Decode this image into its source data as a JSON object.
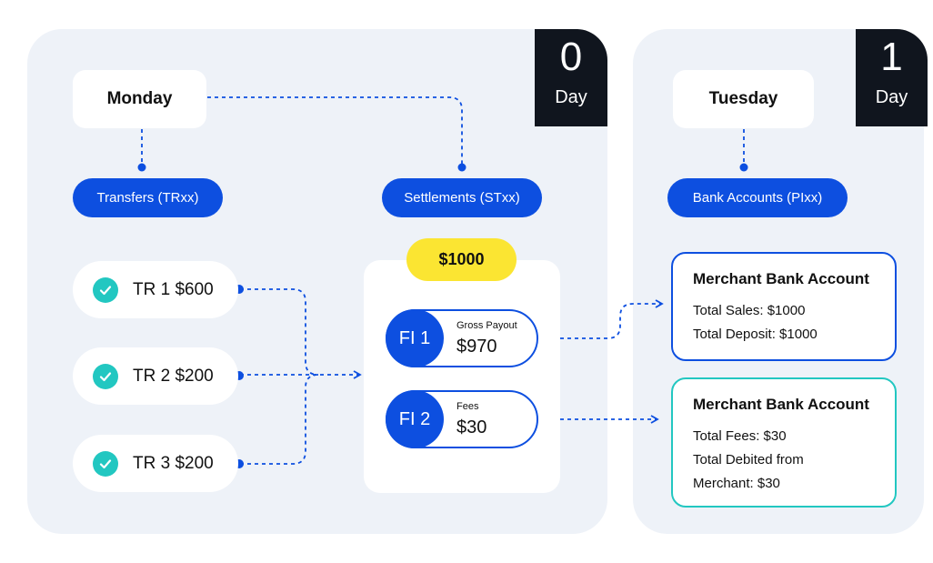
{
  "days": [
    {
      "number": "0",
      "word": "Day"
    },
    {
      "number": "1",
      "word": "Day"
    }
  ],
  "day_cards": {
    "monday": "Monday",
    "tuesday": "Tuesday"
  },
  "pills": {
    "transfers": "Transfers (TRxx)",
    "settlements": "Settlements (STxx)",
    "bank_accounts": "Bank Accounts (PIxx)"
  },
  "transfers": [
    {
      "label": "TR 1 $600"
    },
    {
      "label": "TR 2 $200"
    },
    {
      "label": "TR 3 $200"
    }
  ],
  "settlement": {
    "total": "$1000",
    "items": [
      {
        "id": "FI 1",
        "caption": "Gross Payout",
        "value": "$970"
      },
      {
        "id": "FI 2",
        "caption": "Fees",
        "value": "$30"
      }
    ]
  },
  "accounts": [
    {
      "title": "Merchant Bank Account",
      "lines": [
        "Total Sales: $1000",
        "Total Deposit: $1000"
      ],
      "border_color": "#0d4fe0"
    },
    {
      "title": "Merchant Bank Account",
      "lines": [
        "Total Fees: $30",
        "Total Debited from",
        "Merchant: $30"
      ],
      "border_color": "#22c7c1"
    }
  ],
  "colors": {
    "accent_blue": "#0d4fe0",
    "teal": "#22c7c1",
    "yellow": "#fbe532",
    "dark": "#10151e",
    "panel": "#eef2f8"
  }
}
